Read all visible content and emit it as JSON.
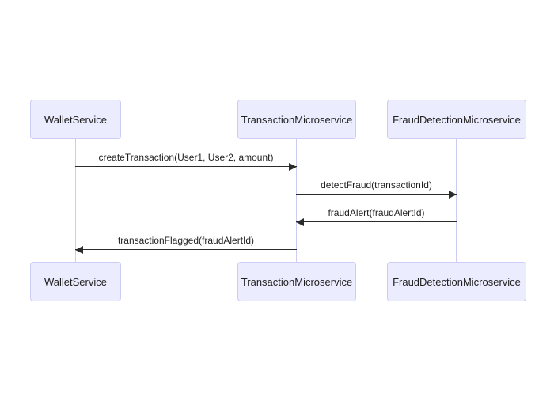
{
  "diagram": {
    "type": "sequence-diagram",
    "actors": [
      {
        "label": "WalletService"
      },
      {
        "label": "TransactionMicroservice"
      },
      {
        "label": "FraudDetectionMicroservice"
      }
    ],
    "messages": [
      {
        "from": "WalletService",
        "to": "TransactionMicroservice",
        "label": "createTransaction(User1, User2, amount)",
        "line": "solid",
        "direction": "right"
      },
      {
        "from": "TransactionMicroservice",
        "to": "FraudDetectionMicroservice",
        "label": "detectFraud(transactionId)",
        "line": "solid",
        "direction": "right"
      },
      {
        "from": "FraudDetectionMicroservice",
        "to": "TransactionMicroservice",
        "label": "fraudAlert(fraudAlertId)",
        "line": "solid",
        "direction": "left"
      },
      {
        "from": "TransactionMicroservice",
        "to": "WalletService",
        "label": "transactionFlagged(fraudAlertId)",
        "line": "solid",
        "direction": "left"
      }
    ],
    "colors": {
      "actor_fill": "#ececff",
      "actor_border": "#ccccf5",
      "lifeline": "#ccccf0",
      "arrow": "#2b2b2b",
      "text": "#1f1f1f",
      "background": "#ffffff"
    }
  }
}
